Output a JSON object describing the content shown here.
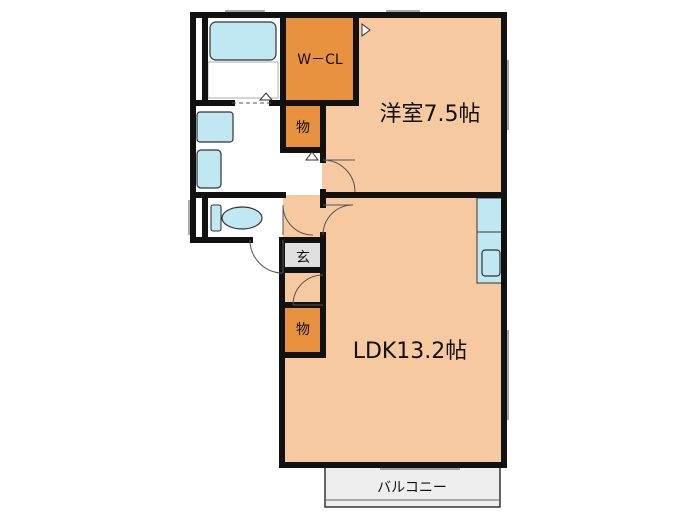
{
  "rooms": {
    "western": {
      "label": "洋室7.5帖"
    },
    "ldk": {
      "label": "LDK13.2帖"
    },
    "wcl": {
      "label": "W－CL"
    },
    "storage_upper": {
      "label": "物"
    },
    "storage_lower": {
      "label": "物"
    },
    "entrance": {
      "label": "玄"
    },
    "balcony": {
      "label": "バルコニー"
    }
  },
  "colors": {
    "room_floor": "#f6c9a0",
    "storage_floor": "#e8913e",
    "wet_area": "#ffffff",
    "fixture_blue": "#bfe8f2",
    "entrance_floor": "#e0e0e0",
    "balcony_floor": "#eeeeee",
    "wall": "#111111"
  }
}
